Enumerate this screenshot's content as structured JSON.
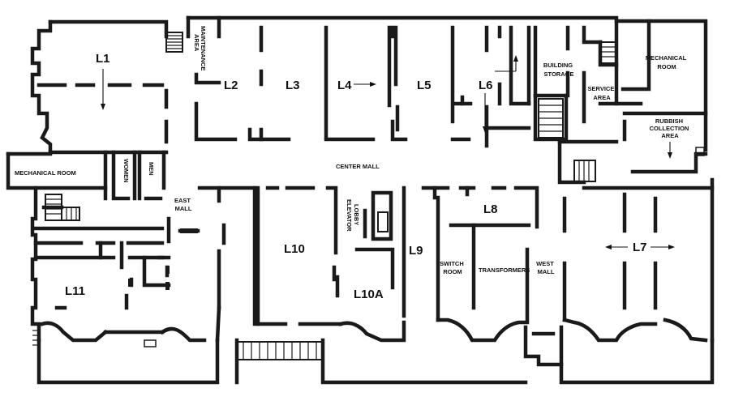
{
  "spaces": {
    "l1": "L1",
    "l2": "L2",
    "l3": "L3",
    "l4": "L4",
    "l5": "L5",
    "l6": "L6",
    "l7": "L7",
    "l8": "L8",
    "l9": "L9",
    "l10": "L10",
    "l10a": "L10A",
    "l11": "L11"
  },
  "rooms": {
    "maintenance_1": "MAINTENANCE",
    "maintenance_2": "AREA",
    "building_storage_1": "BUILDING",
    "building_storage_2": "STORAGE",
    "service_area_1": "SERVICE",
    "service_area_2": "AREA",
    "mechanical_room_right_1": "MECHANICAL",
    "mechanical_room_right_2": "ROOM",
    "rubbish_1": "RUBBISH",
    "rubbish_2": "COLLECTION",
    "rubbish_3": "AREA",
    "mechanical_room_left": "MECHANICAL ROOM",
    "women": "WOMEN",
    "men": "MEN",
    "center_mall": "CENTER MALL",
    "east_mall_1": "EAST",
    "east_mall_2": "MALL",
    "elevator_lobby_1": "ELEVATOR",
    "elevator_lobby_2": "LOBBY",
    "switch_room_1": "SWITCH",
    "switch_room_2": "ROOM",
    "transformers": "TRANSFORMERS",
    "west_mall_1": "WEST",
    "west_mall_2": "MALL"
  }
}
